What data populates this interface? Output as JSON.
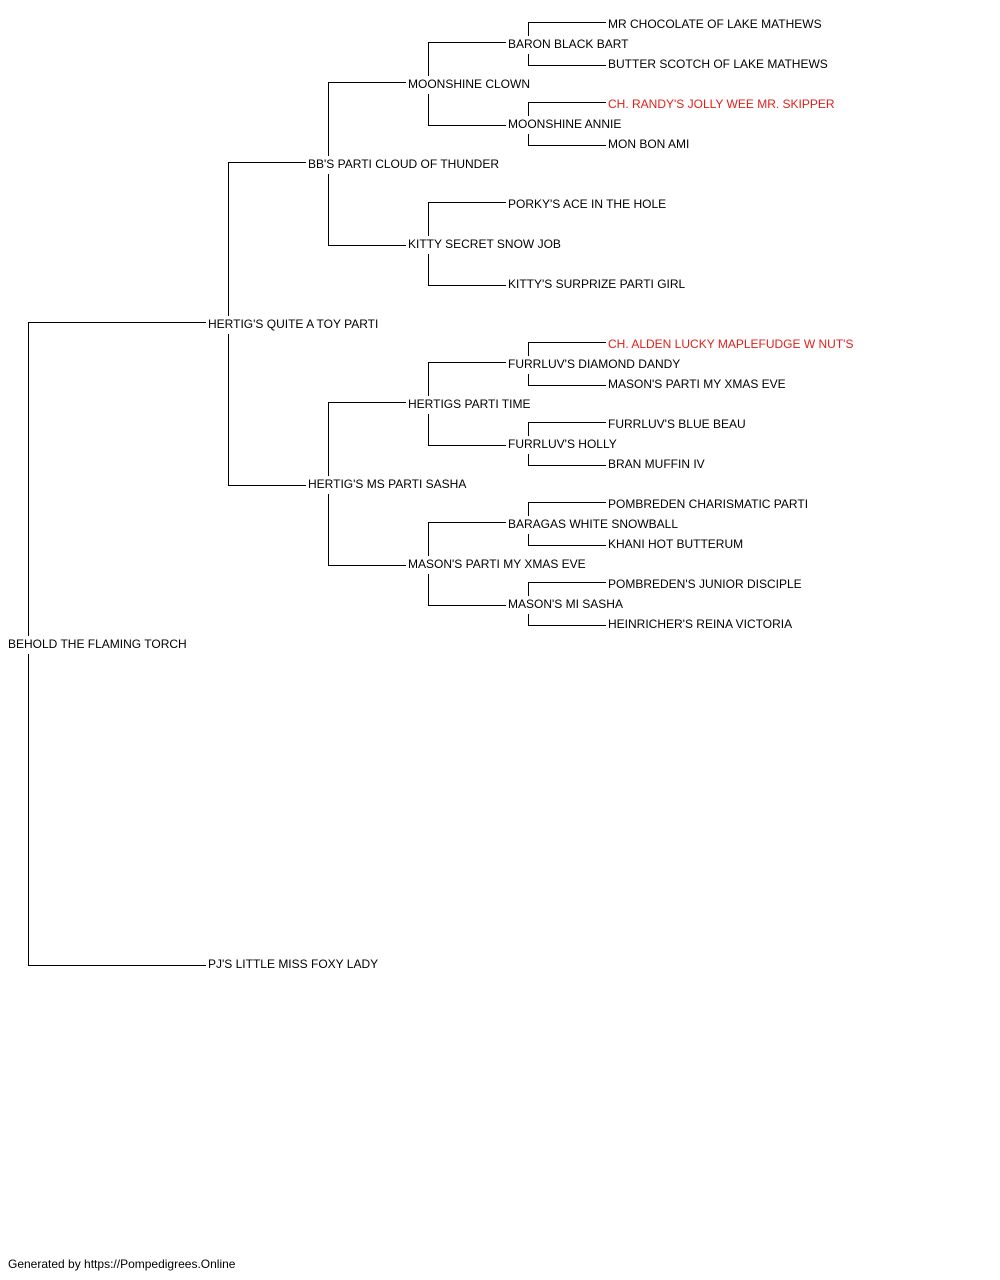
{
  "colors": {
    "line": "#000000",
    "text": "#000000",
    "champion": "#e0201b"
  },
  "dog": "BEHOLD THE FLAMING TORCH",
  "sire": "HERTIG'S QUITE A TOY PARTI",
  "dam": "PJ'S LITTLE MISS FOXY LADY",
  "ss": "BB'S PARTI CLOUD OF THUNDER",
  "sd": "HERTIG'S MS PARTI SASHA",
  "sss": "MOONSHINE CLOWN",
  "ssd": "KITTY SECRET SNOW JOB",
  "sds": "HERTIGS PARTI TIME",
  "sdd": "MASON'S PARTI MY XMAS EVE",
  "ssss": "BARON BLACK BART",
  "sssd": "MOONSHINE ANNIE",
  "ssds": "PORKY'S ACE IN THE HOLE",
  "ssdd": "KITTY'S SURPRIZE PARTI GIRL",
  "sdss": "FURRLUV'S DIAMOND DANDY",
  "sdsd": "FURRLUV'S HOLLY",
  "sdds": "BARAGAS WHITE SNOWBALL",
  "sddd": "MASON'S MI SASHA",
  "sssss": "MR CHOCOLATE OF LAKE MATHEWS",
  "ssssd": "BUTTER SCOTCH OF LAKE MATHEWS",
  "sssds": "CH. RANDY'S JOLLY WEE MR. SKIPPER",
  "sssdd": "MON BON AMI",
  "sdsss": "CH. ALDEN LUCKY MAPLEFUDGE W NUT'S",
  "sdssd": "MASON'S PARTI MY XMAS EVE",
  "sdsds": "FURRLUV'S BLUE BEAU",
  "sdsdd": "BRAN MUFFIN IV",
  "sddss": "POMBREDEN CHARISMATIC PARTI",
  "sddsd": "KHANI HOT BUTTERUM",
  "sddds": "POMBREDEN'S JUNIOR DISCIPLE",
  "sdddd": "HEINRICHER'S REINA VICTORIA",
  "footer": "Generated by https://Pompedigrees.Online"
}
